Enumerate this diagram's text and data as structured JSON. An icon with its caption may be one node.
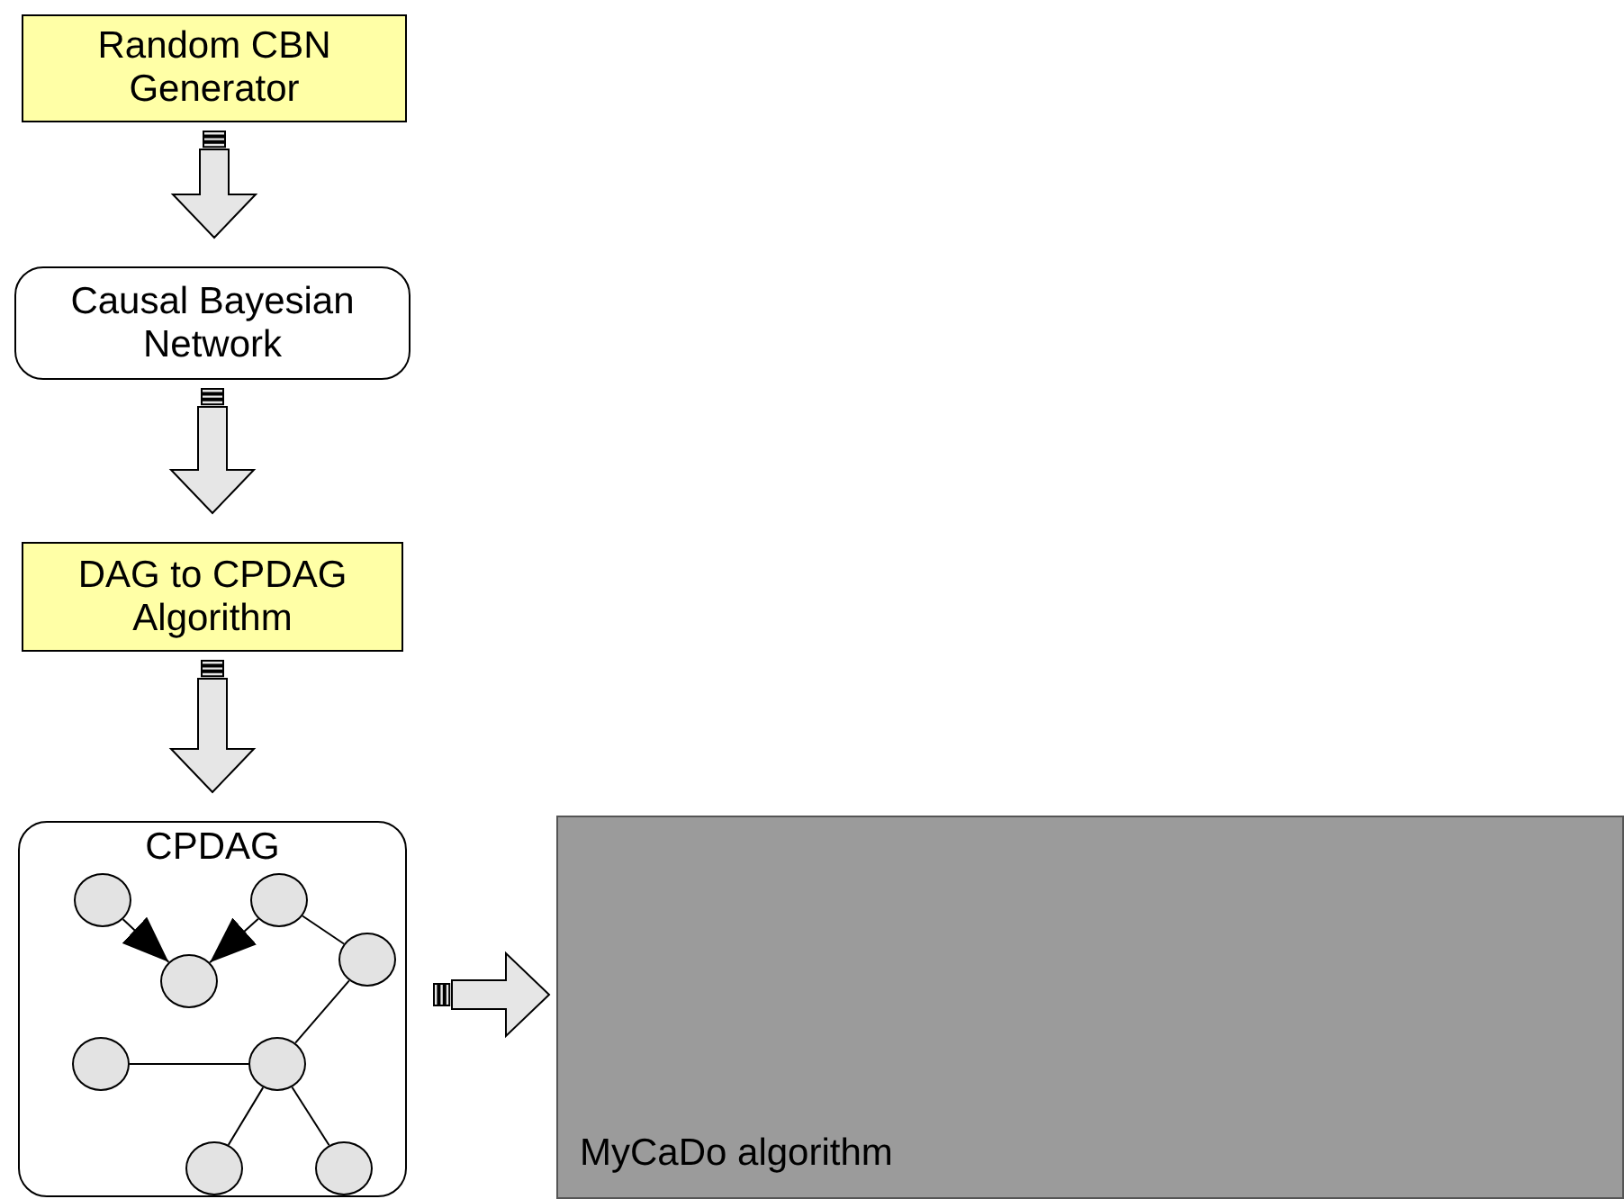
{
  "diagram": {
    "nodes": [
      {
        "text": [
          "Random CBN Generator"
        ]
      },
      {
        "text": [
          "Causal Bayesian Network"
        ]
      },
      {
        "text": [
          "DAG to CPDAG Algorithm"
        ]
      },
      {
        "text": [
          "CPDAG"
        ]
      },
      {
        "text": [
          "MyCaDo algorithm"
        ]
      },
      {
        "text": [],
        "shape": "circle",
        "in": 3
      },
      {
        "text": [],
        "shape": "circle",
        "in": 3
      },
      {
        "text": [],
        "shape": "circle",
        "in": 3
      },
      {
        "text": [],
        "shape": "circle",
        "in": 3
      },
      {
        "text": [],
        "shape": "circle",
        "in": 3
      },
      {
        "text": [],
        "shape": "circle",
        "in": 3
      },
      {
        "text": [],
        "shape": "circle",
        "in": 3
      },
      {
        "text": [],
        "shape": "circle",
        "in": 3
      }
    ],
    "edges": [
      {
        "from": 0,
        "to": 1,
        "arrow": "to",
        "style": "thick"
      },
      {
        "from": 1,
        "to": 2,
        "arrow": "to",
        "style": "thick"
      },
      {
        "from": 2,
        "to": 3,
        "arrow": "to",
        "style": "thick"
      },
      {
        "from": 3,
        "to": 4,
        "arrow": "to",
        "style": "thick"
      },
      {
        "from": 5,
        "to": 7,
        "arrow": "to"
      },
      {
        "from": 6,
        "to": 7,
        "arrow": "to"
      },
      {
        "from": 6,
        "to": 8,
        "arrow": "none"
      },
      {
        "from": 8,
        "to": 10,
        "arrow": "none"
      },
      {
        "from": 9,
        "to": 10,
        "arrow": "none"
      },
      {
        "from": 10,
        "to": 11,
        "arrow": "none"
      },
      {
        "from": 10,
        "to": 12,
        "arrow": "none"
      }
    ]
  }
}
